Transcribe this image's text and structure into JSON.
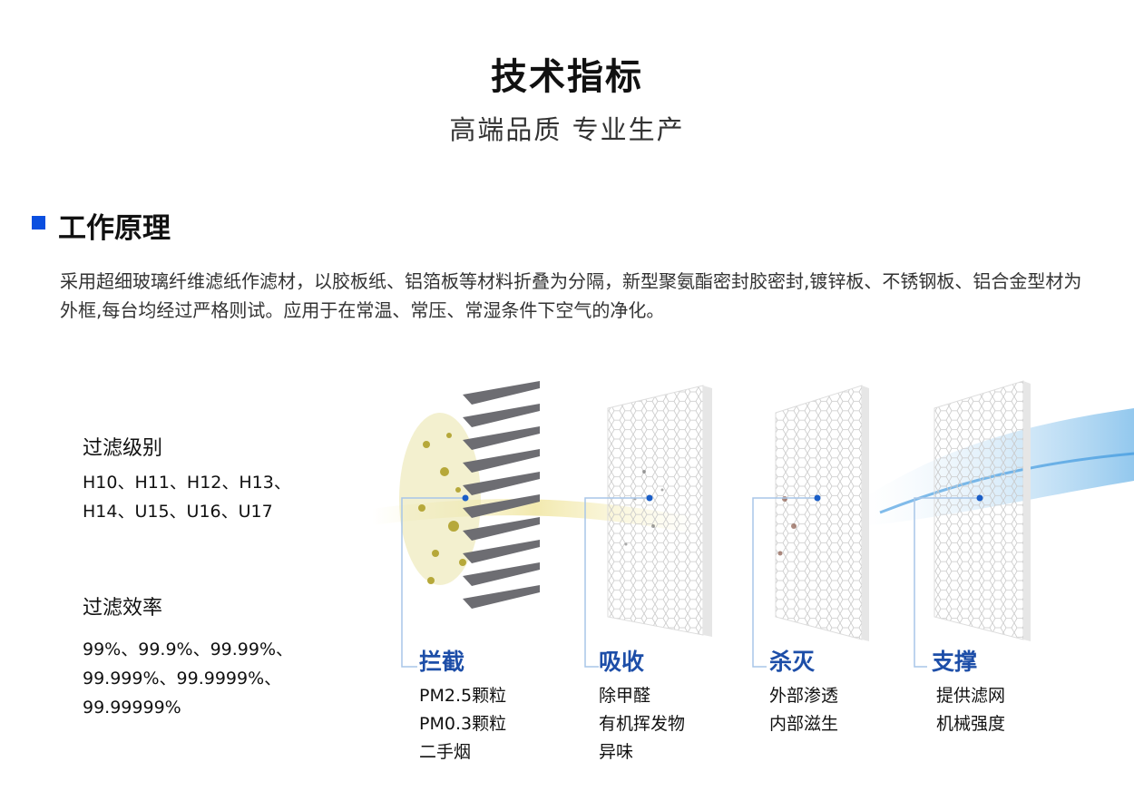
{
  "header": {
    "title": "技术指标",
    "subtitle": "高端品质 专业生产"
  },
  "section": {
    "title": "工作原理",
    "description": "采用超细玻璃纤维滤纸作滤材，以胶板纸、铝箔板等材料折叠为分隔，新型聚氨酯密封胶密封,镀锌板、不锈钢板、铝合金型材为外框,每台均经过严格则试。应用于在常温、常压、常湿条件下空气的净化。"
  },
  "specs": [
    {
      "label": "过滤级别",
      "lines": [
        "H10、H11、H12、H13、",
        "H14、U15、U16、U17"
      ]
    },
    {
      "label": "过滤效率",
      "lines": [
        "99%、99.9%、99.99%、",
        "99.999%、99.9999%、",
        "99.99999%"
      ]
    }
  ],
  "features": [
    {
      "title": "拦截",
      "items": [
        "PM2.5颗粒",
        "PM0.3颗粒",
        "二手烟"
      ]
    },
    {
      "title": "吸收",
      "items": [
        "除甲醛",
        "有机挥发物",
        "异味"
      ]
    },
    {
      "title": "杀灭",
      "items": [
        "外部渗透",
        "内部滋生"
      ]
    },
    {
      "title": "支撑",
      "items": [
        "提供滤网",
        "机械强度"
      ]
    }
  ],
  "colors": {
    "accent": "#0a4fe0",
    "feature": "#1d4ea8"
  }
}
